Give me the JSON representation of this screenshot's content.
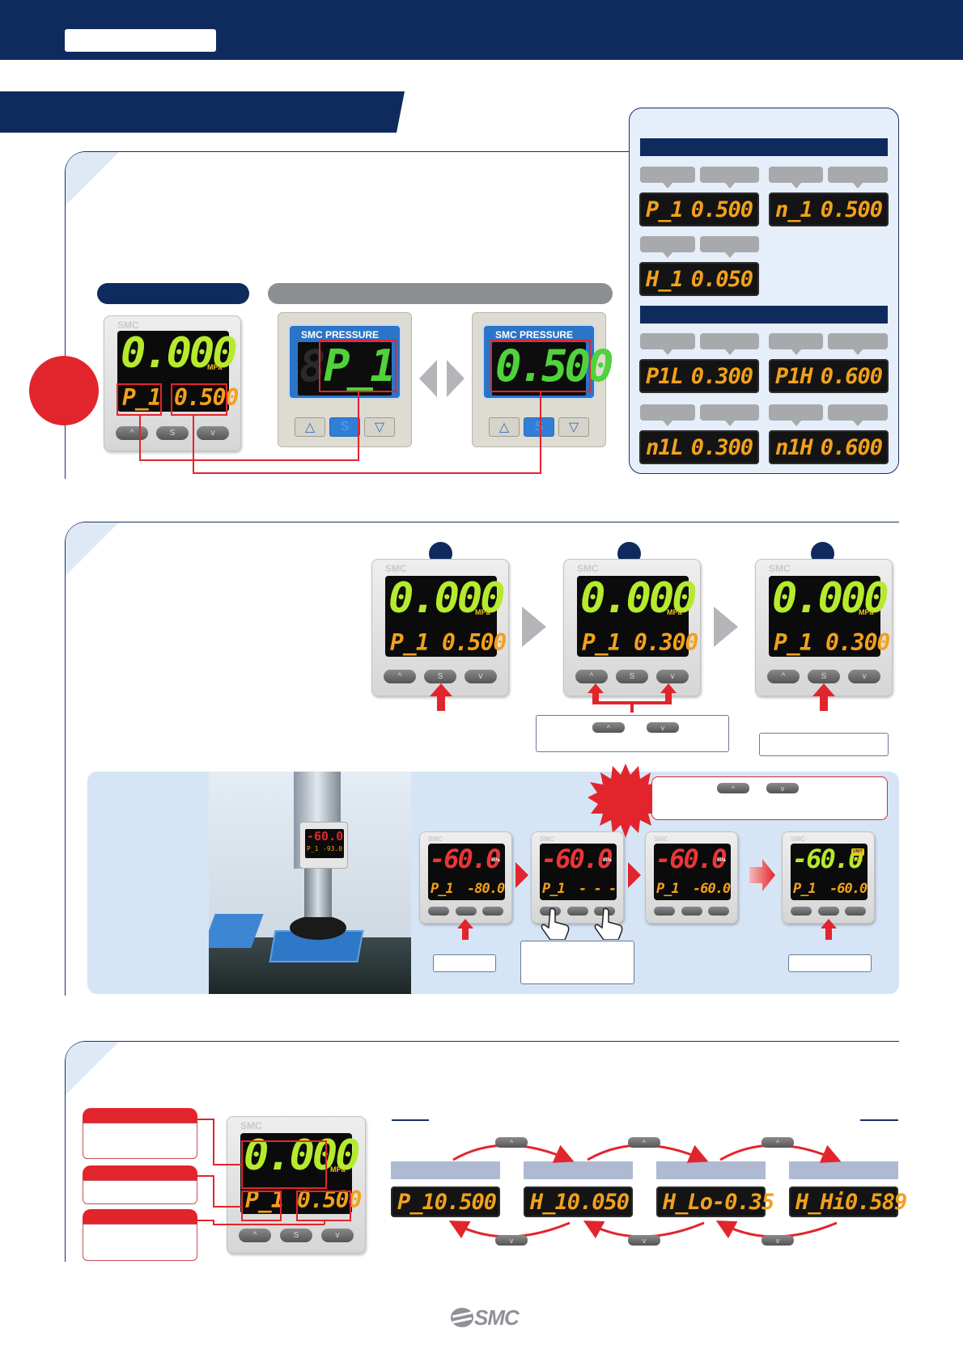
{
  "icons": [
    "up-arrow-icon",
    "down-arrow-icon",
    "set-button-icon",
    "red-up-arrow-icon",
    "pointing-hand-icon",
    "double-arrow-icon",
    "smc-logo-icon"
  ],
  "brand": {
    "name": "SMC",
    "footer_logo": "SMC",
    "device_brand": "SMC",
    "product_label": "PRESSURE"
  },
  "device_keys": {
    "up": "^",
    "set": "S",
    "down": "v"
  },
  "units": {
    "mpa": "MPa",
    "kpa": "kPa",
    "unit_badge": "UNIT"
  },
  "section1": {
    "device": {
      "main": "0.000",
      "sub_left": "P_1",
      "sub_right": "0.500"
    },
    "display_a": {
      "left": "8",
      "value": "P_1"
    },
    "display_b": {
      "value": "0.500"
    },
    "side_panel": {
      "group1": [
        {
          "code": "P_1",
          "value": "0.500"
        },
        {
          "code": "n_1",
          "value": "0.500"
        },
        {
          "code": "H_1",
          "value": "0.050"
        }
      ],
      "group2": [
        {
          "code": "P1L",
          "value": "0.300"
        },
        {
          "code": "P1H",
          "value": "0.600"
        },
        {
          "code": "n1L",
          "value": "0.300"
        },
        {
          "code": "n1H",
          "value": "0.600"
        }
      ]
    }
  },
  "section2": {
    "steps": [
      {
        "main": "0.000",
        "sub_left": "P_1",
        "sub_right": "0.500"
      },
      {
        "main": "0.000",
        "sub_left": "P_1",
        "sub_right": "0.300"
      },
      {
        "main": "0.000",
        "sub_left": "P_1",
        "sub_right": "0.300"
      }
    ],
    "photo_device": {
      "main": "-60.0",
      "sub_left": "P_1",
      "sub_right": "-93.0"
    },
    "snap": [
      {
        "main": "-60.0",
        "sub_left": "P_1",
        "sub_right": "-80.0"
      },
      {
        "main": "-60.0",
        "sub_left": "P_1",
        "sub_right": "- - -"
      },
      {
        "main": "-60.0",
        "sub_left": "P_1",
        "sub_right": "-60.0"
      },
      {
        "main": "-60.0",
        "sub_left": "P_1",
        "sub_right": "-60.0"
      }
    ]
  },
  "section3": {
    "device": {
      "main": "0.000",
      "sub_left": "P_1",
      "sub_right": "0.500"
    },
    "cycle": [
      {
        "code": "P_1",
        "value": "0.500"
      },
      {
        "code": "H_1",
        "value": "0.050"
      },
      {
        "code": "H_Lo",
        "value": "-0.35"
      },
      {
        "code": "H_Hi",
        "value": "0.589"
      }
    ]
  }
}
